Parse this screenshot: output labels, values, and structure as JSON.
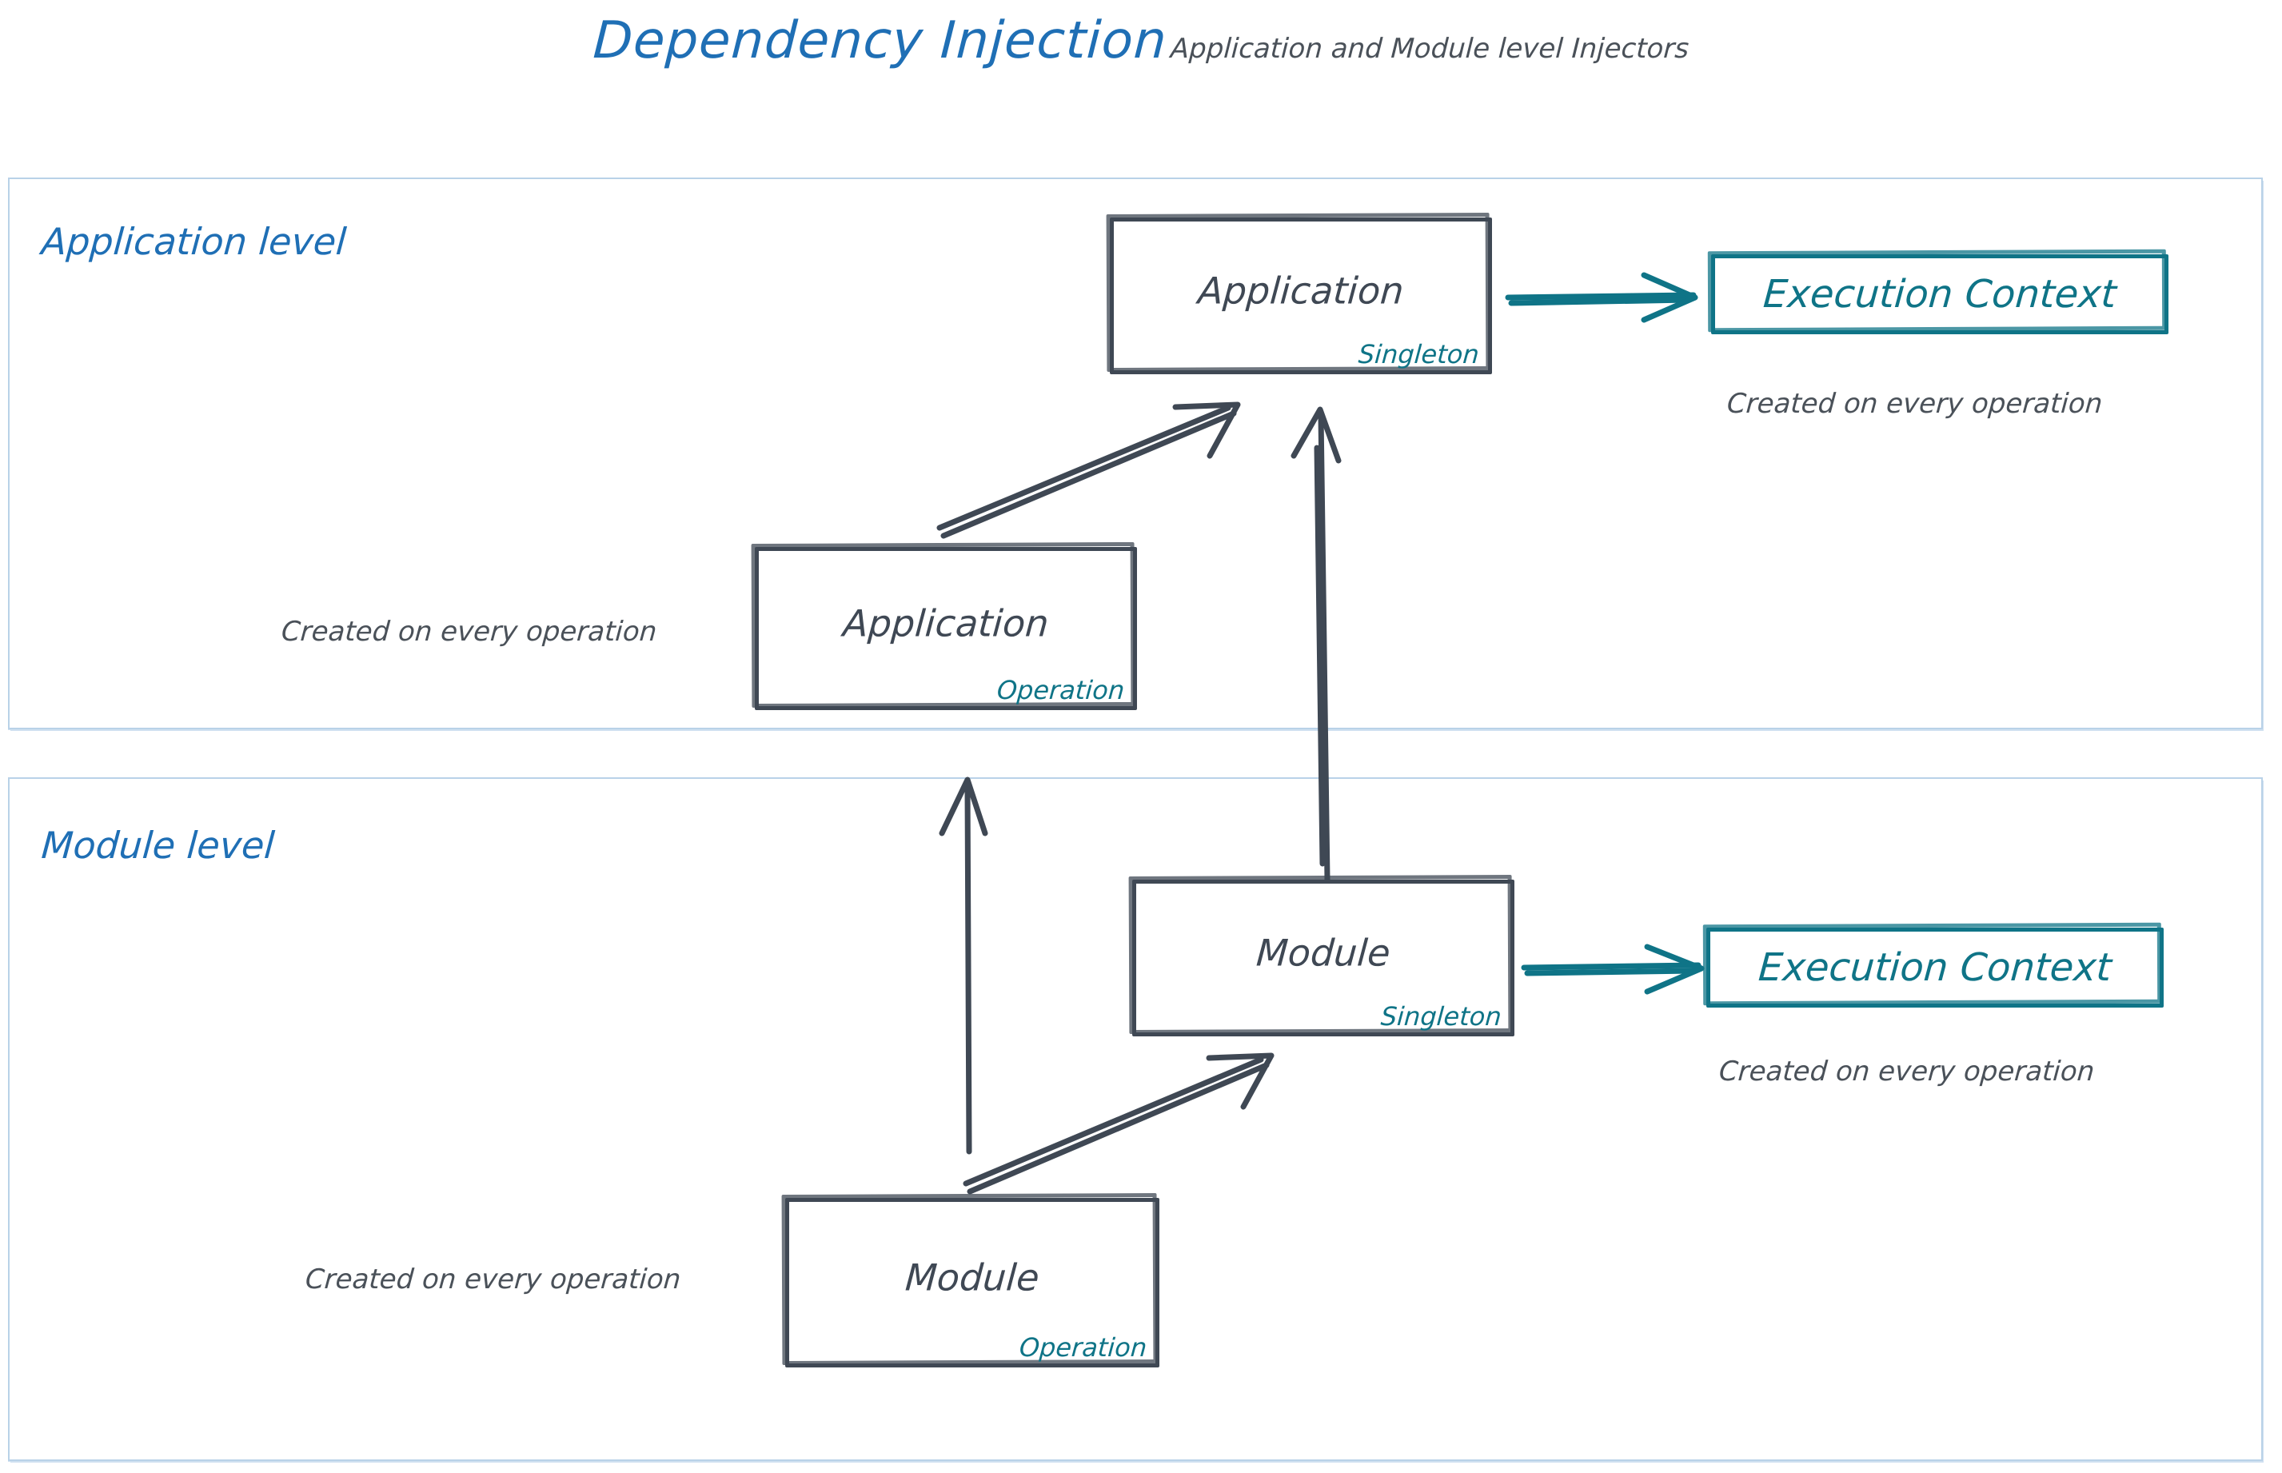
{
  "title": {
    "heading": "Dependency Injection",
    "subheading": "Application and Module level Injectors"
  },
  "colors": {
    "title_blue": "#1f6fb5",
    "panel_border": "#b9d2e8",
    "node_stroke": "#3f4854",
    "scope_teal": "#0f7487",
    "caption_gray": "#4a5159"
  },
  "levels": [
    {
      "id": "application",
      "label": "Application level"
    },
    {
      "id": "module",
      "label": "Module level"
    }
  ],
  "nodes": {
    "application_singleton": {
      "title": "Application",
      "scope": "Singleton"
    },
    "application_operation": {
      "title": "Application",
      "scope": "Operation"
    },
    "module_singleton": {
      "title": "Module",
      "scope": "Singleton"
    },
    "module_operation": {
      "title": "Module",
      "scope": "Operation"
    },
    "execution_context_application": {
      "title": "Execution Context"
    },
    "execution_context_module": {
      "title": "Execution Context"
    }
  },
  "captions": {
    "exec_context_application": "Created on every operation",
    "exec_context_module": "Created on every operation",
    "application_operation": "Created on every operation",
    "module_operation": "Created on every operation"
  },
  "arrows": [
    {
      "id": "app-singleton-to-exec-context",
      "from": "application_singleton",
      "to": "execution_context_application",
      "color": "#0f7487"
    },
    {
      "id": "app-operation-to-app-singleton",
      "from": "application_operation",
      "to": "application_singleton",
      "color": "#3f4854"
    },
    {
      "id": "module-singleton-to-app-singleton",
      "from": "module_singleton",
      "to": "application_singleton",
      "color": "#3f4854"
    },
    {
      "id": "module-operation-to-app-operation",
      "from": "module_operation",
      "to": "application_operation",
      "color": "#3f4854"
    },
    {
      "id": "module-operation-to-module-singleton",
      "from": "module_operation",
      "to": "module_singleton",
      "color": "#3f4854"
    },
    {
      "id": "module-singleton-to-exec-context",
      "from": "module_singleton",
      "to": "execution_context_module",
      "color": "#0f7487"
    }
  ]
}
